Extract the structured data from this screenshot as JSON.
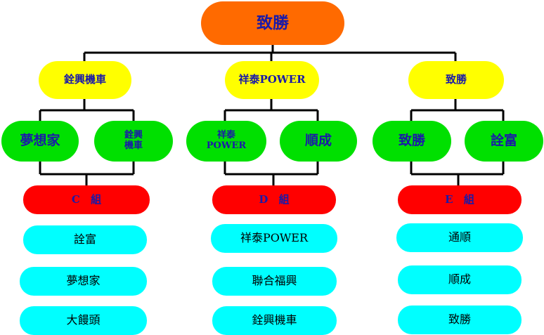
{
  "colors": {
    "top": "#ff6a00",
    "sponsor": "#ffff00",
    "team": "#00e000",
    "group": "#ff0000",
    "member": "#00ffff",
    "line": "#000000",
    "text_blue": "#1a1aa8"
  },
  "top": {
    "label": "致勝"
  },
  "sponsors": [
    {
      "label": "銓興機車"
    },
    {
      "label": "祥泰POWER"
    },
    {
      "label": "致勝"
    }
  ],
  "teams": [
    [
      {
        "lines": [
          "夢想家"
        ]
      },
      {
        "lines": [
          "銓興",
          "機車"
        ]
      }
    ],
    [
      {
        "lines": [
          "祥泰",
          "POWER"
        ]
      },
      {
        "lines": [
          "順成"
        ]
      }
    ],
    [
      {
        "lines": [
          "致勝"
        ]
      },
      {
        "lines": [
          "詮富"
        ]
      }
    ]
  ],
  "groups": [
    {
      "label": "C 組",
      "members": [
        "詮富",
        "夢想家",
        "大饅頭"
      ]
    },
    {
      "label": "D 組",
      "members": [
        "祥泰POWER",
        "聯合福興",
        "銓興機車"
      ]
    },
    {
      "label": "E 組",
      "members": [
        "通順",
        "順成",
        "致勝"
      ]
    }
  ]
}
